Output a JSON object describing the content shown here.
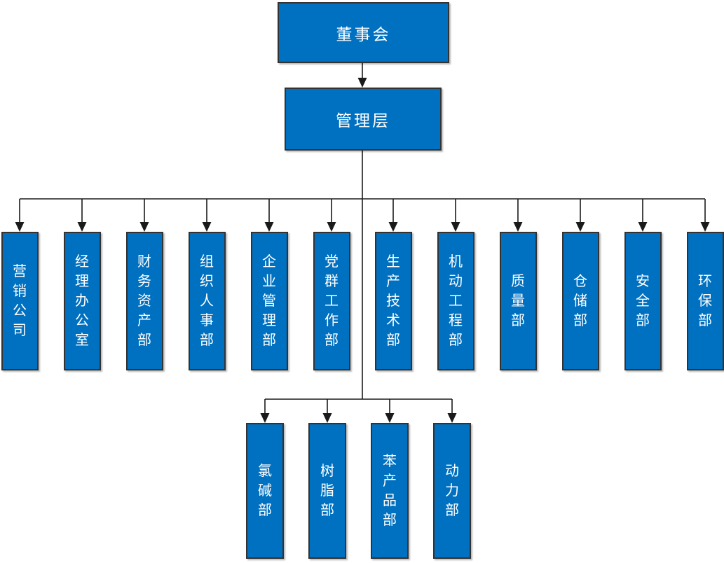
{
  "org_chart": {
    "type": "org-tree",
    "root_label": "董事会",
    "management_label": "管理层",
    "departments": [
      "营销公司",
      "经理办公室",
      "财务资产部",
      "组织人事部",
      "企业管理部",
      "党群工作部",
      "生产技术部",
      "机动工程部",
      "质量部",
      "仓储部",
      "安全部",
      "环保部"
    ],
    "production_units": [
      "氯碱部",
      "树脂部",
      "苯产品部",
      "动力部"
    ],
    "colors": {
      "box_fill": "#0070C0",
      "box_border": "#333333",
      "connector": "#1a1a1a",
      "text": "#ffffff",
      "background": "#ffffff"
    }
  }
}
